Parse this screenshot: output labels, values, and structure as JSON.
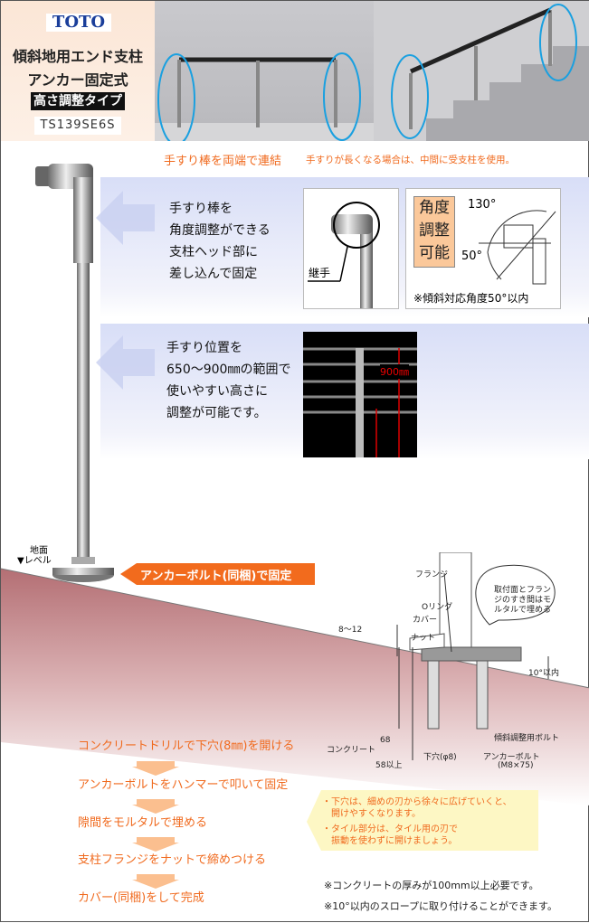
{
  "header": {
    "logo": "TOTO",
    "title1": "傾斜地用エンド支柱",
    "title2": "アンカー固定式",
    "badge": "高さ調整タイプ",
    "model": "TS139SE6S"
  },
  "captions": {
    "connect": "手すり棒を両端で連結",
    "long": "手すりが長くなる場合は、中間に受支柱を使用。"
  },
  "feature1": {
    "lines": [
      "手すり棒を",
      "角度調整ができる",
      "支柱ヘッド部に",
      "差し込んで固定"
    ],
    "joint_label": "継手",
    "angle_badge": [
      "角度",
      "調整",
      "可能"
    ],
    "angle_max": "130°",
    "angle_min": "50°",
    "angle_note": "※傾斜対応角度50°以内"
  },
  "feature2": {
    "lines": [
      "手すり位置を",
      "650〜900㎜の範囲で",
      "使いやすい高さに",
      "調整が可能です。"
    ],
    "height_label": "900㎜"
  },
  "ground": {
    "label1": "地面",
    "label2": "▼レベル",
    "anchor_label": "アンカーボルト(同梱)で固定"
  },
  "diagram": {
    "flange": "フランジ",
    "oring": "Oリング",
    "cover": "カバー",
    "nut": "ナット",
    "range": "8〜12",
    "bubble": [
      "取付面とフラン",
      "ジのすき間はモ",
      "ルタルで埋める"
    ],
    "slope": "10°以内",
    "adj_bolt": "傾斜調整用ボルト",
    "concrete": "コンクリート",
    "d68": "68",
    "d58": "58以上",
    "hole": "下穴(φ8)",
    "anchor": "アンカーボルト",
    "anchor_size": "(M8×75)"
  },
  "steps": [
    "コンクリートドリルで下穴(8㎜)を開ける",
    "アンカーボルトをハンマーで叩いて固定",
    "隙間をモルタルで埋める",
    "支柱フランジをナットで締めつける",
    "カバー(同梱)をして完成"
  ],
  "tips": [
    "・下穴は、細めの刃から徐々に広げていくと、",
    "　開けやすくなります。",
    "・タイル部分は、タイル用の刃で",
    "　振動を使わずに開けましょう。"
  ],
  "notes": [
    "※コンクリートの厚みが100mm以上必要です。",
    "※10°以内のスロープに取り付けることができます。"
  ]
}
